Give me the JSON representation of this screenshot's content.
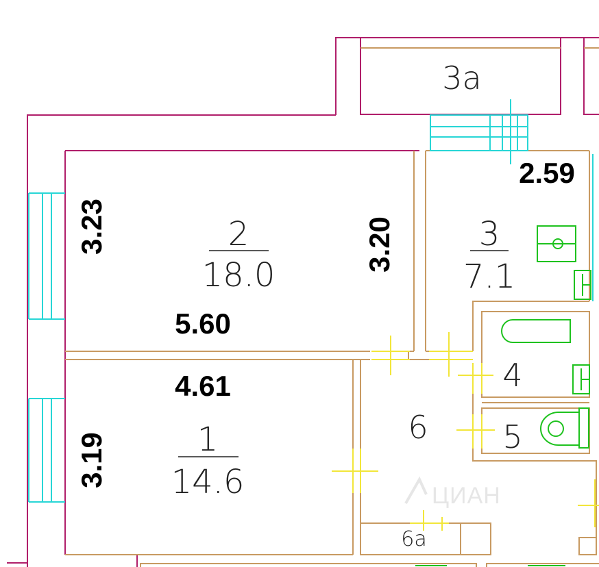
{
  "rooms": {
    "r1": {
      "number": "1",
      "area": "14.6"
    },
    "r2": {
      "number": "2",
      "area": "18.0"
    },
    "r3": {
      "number": "3",
      "area": "7.1"
    },
    "r3a": {
      "number": "3a"
    },
    "r4": {
      "number": "4"
    },
    "r5": {
      "number": "5"
    },
    "r6": {
      "number": "6"
    },
    "r6a": {
      "number": "6a"
    }
  },
  "dimensions": {
    "room2_height": "3.23",
    "room2_depth": "3.20",
    "room2_width": "5.60",
    "room1_width": "4.61",
    "room1_height": "3.19",
    "room3_width": "2.59"
  },
  "watermark": {
    "text": "ЦИАН",
    "colors": [
      "#e4e4e4"
    ]
  },
  "colors": {
    "outer_wall": "#b01e6a",
    "inner_wall": "#c89a62",
    "window": "#28d6d6",
    "door": "#f2e63a",
    "fixture": "#1ec21e"
  }
}
